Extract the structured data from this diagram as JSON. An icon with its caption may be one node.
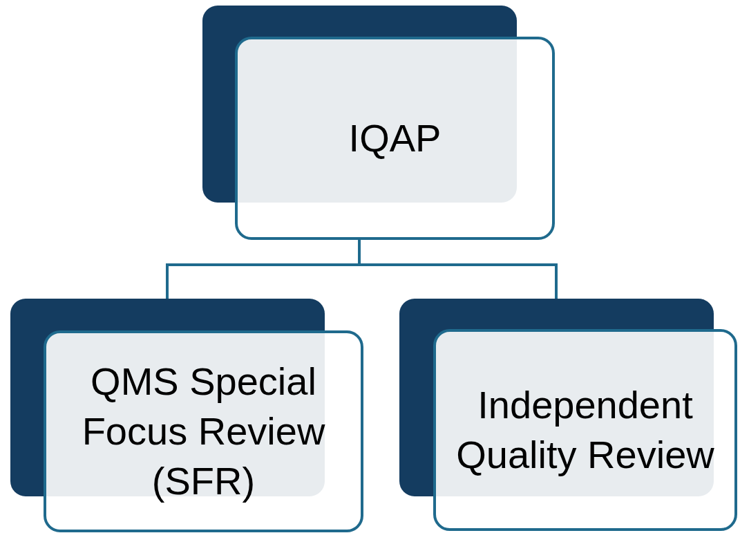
{
  "diagram": {
    "nodes": [
      {
        "text": [
          "IQAP"
        ]
      },
      {
        "text": [
          "QMS Special Focus Review (SFR)"
        ]
      },
      {
        "text": [
          "Independent Quality Review"
        ]
      }
    ],
    "edges": [
      {
        "from": 0,
        "to": 1,
        "arrow": "none"
      },
      {
        "from": 0,
        "to": 2,
        "arrow": "none"
      }
    ]
  }
}
